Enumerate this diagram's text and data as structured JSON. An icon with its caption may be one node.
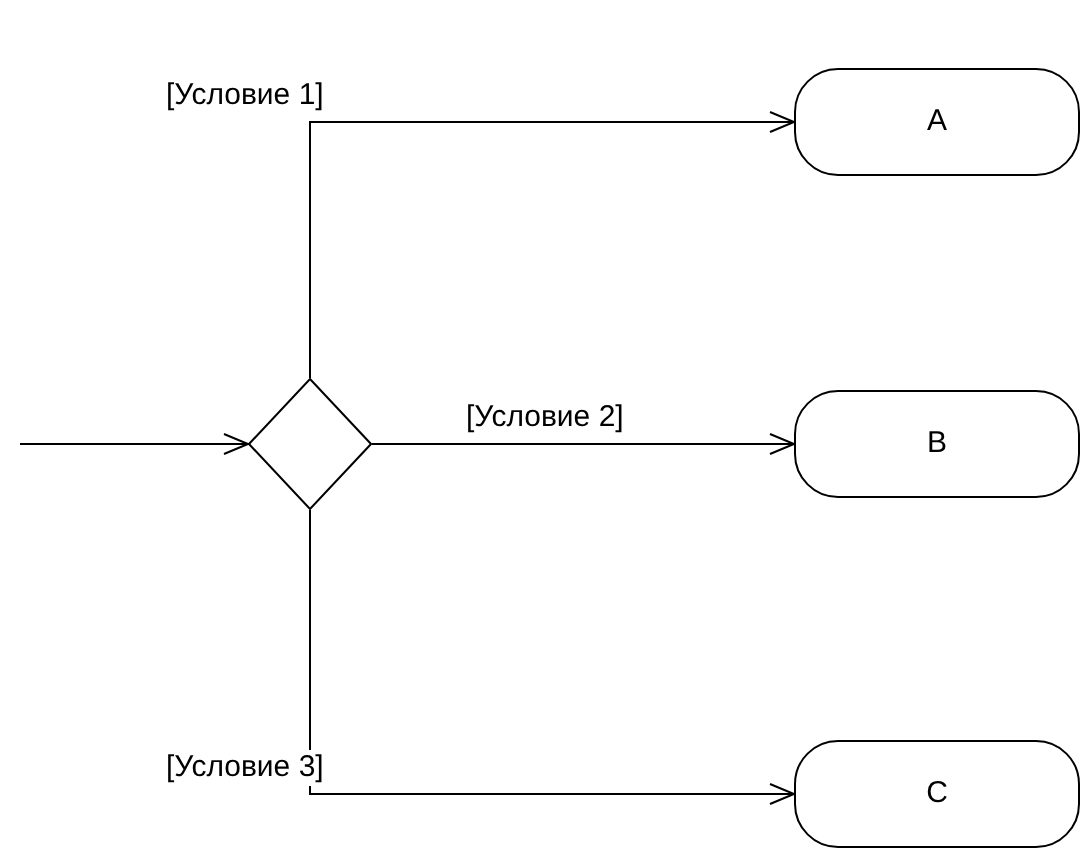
{
  "diagram": {
    "nodes": [
      {
        "text": [],
        "shape": "diamond"
      },
      {
        "text": [
          "A"
        ]
      },
      {
        "text": [
          "B"
        ]
      },
      {
        "text": [
          "C"
        ]
      }
    ],
    "edges": [
      {
        "from": null,
        "to": 0,
        "arrow": "to"
      },
      {
        "from": 0,
        "to": 1,
        "arrow": "to",
        "label": "[Условие 1]"
      },
      {
        "from": 0,
        "to": 2,
        "arrow": "to",
        "label": "[Условие 2]"
      },
      {
        "from": 0,
        "to": 3,
        "arrow": "to",
        "label": "[Условие 3]"
      }
    ]
  }
}
